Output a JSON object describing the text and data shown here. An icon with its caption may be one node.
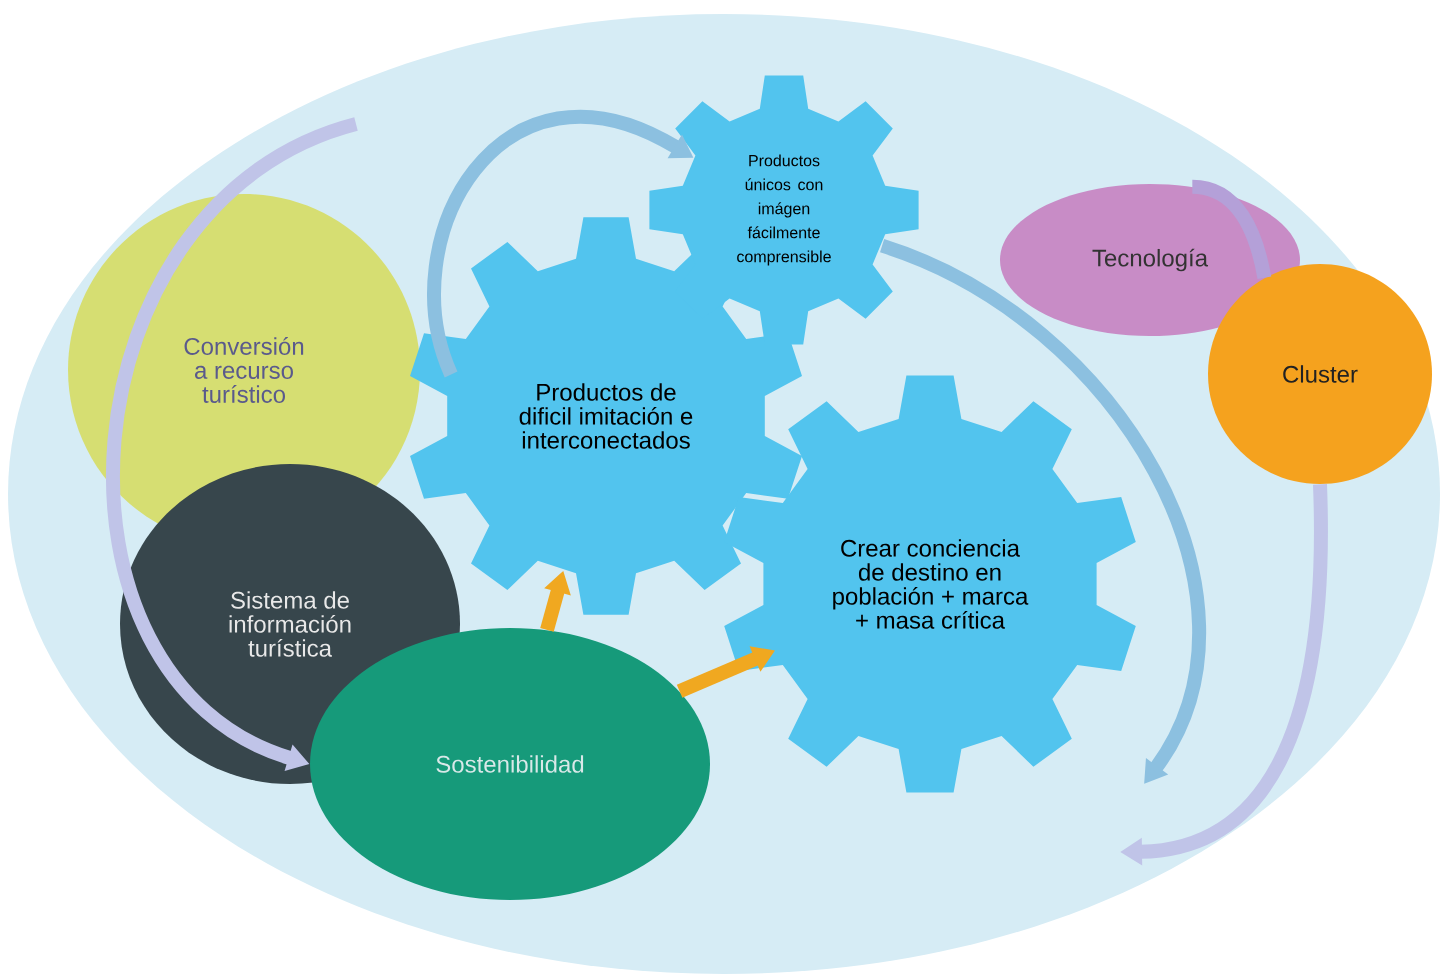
{
  "diagram": {
    "nodes": [
      {
        "text": [],
        "shape": "ellipse"
      },
      {
        "text": [
          "Conversión a recurso turístico"
        ],
        "in": 0
      },
      {
        "text": [
          "Sistema de información turística"
        ],
        "in": 0
      },
      {
        "text": [
          "Sostenibilidad"
        ],
        "in": 0
      },
      {
        "text": [
          "Productos de dificil imitación e interconectados"
        ],
        "in": 0
      },
      {
        "text": [
          "Productos únicos con imágen fácilmente comprensible"
        ],
        "in": 0
      },
      {
        "text": [
          "Crear conciencia de destino en población + marca + masa crítica"
        ],
        "in": 0
      },
      {
        "text": [
          "Tecnología"
        ],
        "in": 0
      },
      {
        "text": [
          "Cluster"
        ],
        "in": 0
      }
    ],
    "edges": [
      {
        "from": 3,
        "to": 4,
        "arrow": "to",
        "color": "#f0a820"
      },
      {
        "from": 3,
        "to": 6,
        "arrow": "to",
        "color": "#f0a820"
      },
      {
        "from": 4,
        "to": 5,
        "arrow": "to",
        "color": "#8cc0e0"
      },
      {
        "from": 5,
        "to": null,
        "arrow": "to",
        "color": "#8cc0e0"
      },
      {
        "from": 7,
        "to": 8,
        "arrow": "none",
        "color": "#b4a0d8"
      },
      {
        "from": 8,
        "to": null,
        "arrow": "to",
        "color": "#c0c4e8"
      },
      {
        "from": null,
        "to": 3,
        "arrow": "to",
        "color": "#c0c4e8"
      }
    ]
  }
}
